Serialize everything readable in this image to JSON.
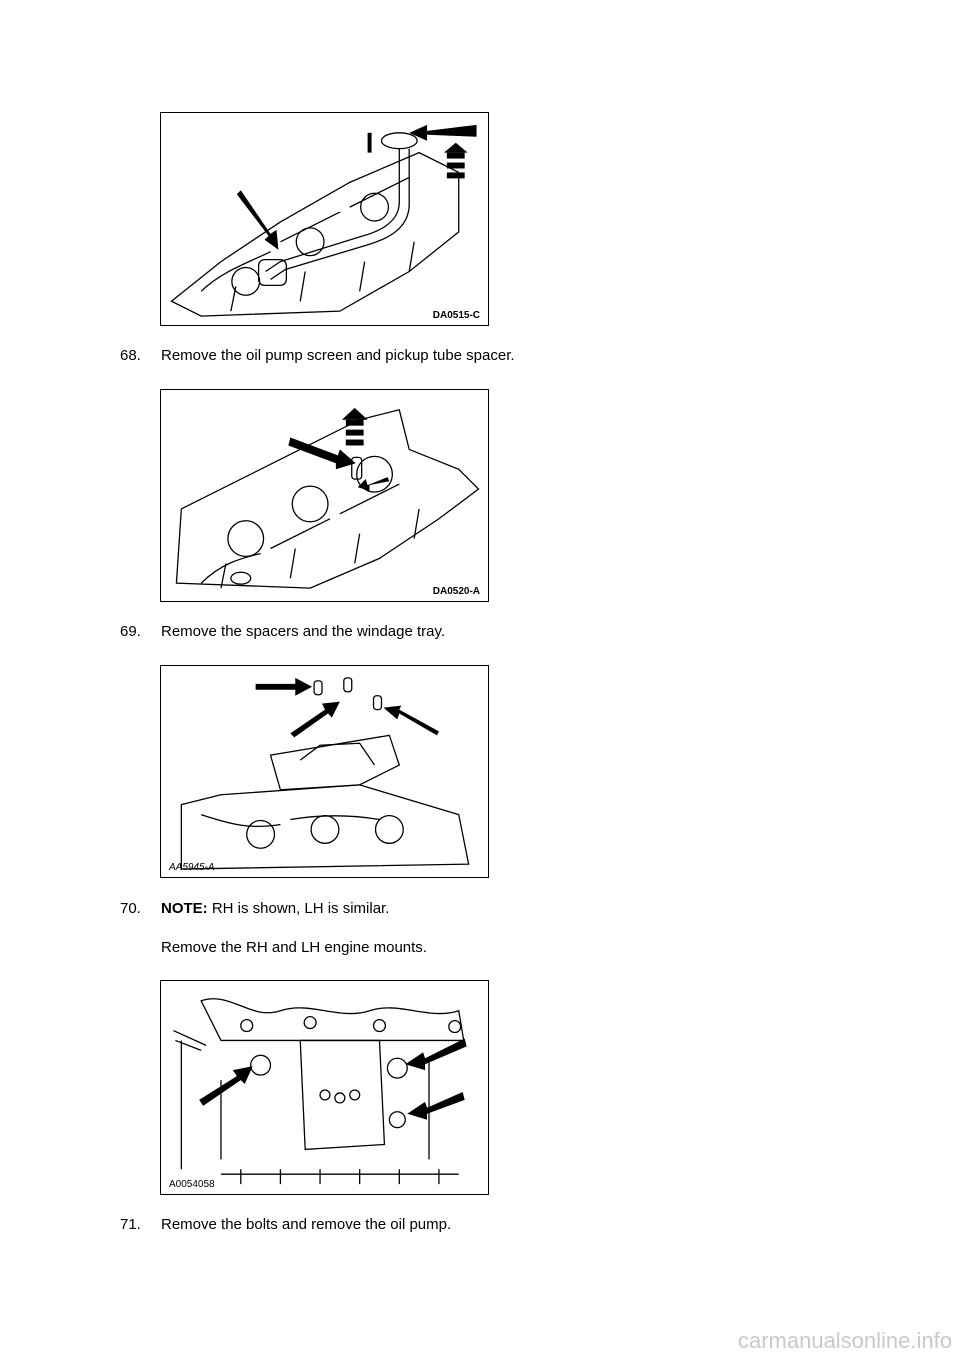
{
  "figures": [
    {
      "code": "DA0515-C"
    },
    {
      "code": "DA0520-A"
    },
    {
      "code": "AA5945-A"
    },
    {
      "code": "A0054058"
    }
  ],
  "steps": [
    {
      "number": "68.",
      "text": "Remove the oil pump screen and pickup tube spacer."
    },
    {
      "number": "69.",
      "text": "Remove the spacers and the windage tray."
    },
    {
      "number": "70.",
      "note_label": "NOTE:",
      "note_text": " RH is shown, LH is similar.",
      "text": "Remove the RH and LH engine mounts."
    },
    {
      "number": "71.",
      "text": "Remove the bolts and remove the oil pump."
    }
  ],
  "watermark": "carmanualsonline.info"
}
